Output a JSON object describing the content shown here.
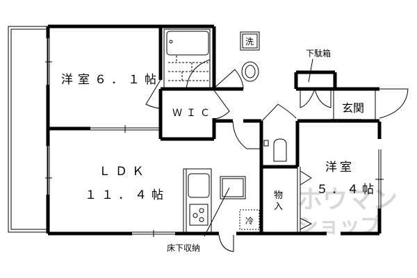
{
  "plan": {
    "rooms": {
      "western_room_1": {
        "name": "洋室",
        "size": "6.1帖",
        "label": "洋室６．１帖"
      },
      "ldk": {
        "name": "ＬＤＫ",
        "size": "１１．４帖"
      },
      "wic": {
        "name": "ＷＩＣ"
      },
      "western_room_2": {
        "name": "洋室",
        "size": "５．４帖"
      },
      "entrance": {
        "name": "玄関"
      },
      "storage": {
        "name": "物入"
      }
    },
    "annotations": {
      "shoe_cabinet": "下駄箱",
      "underfloor_storage": "床下収納",
      "washer": "洗",
      "fridge": "冷"
    },
    "watermark": {
      "line1": "ホウマン",
      "line2": "ショップ"
    },
    "colors": {
      "wall": "#000000",
      "watermark": "#d8d8d8",
      "background": "#ffffff"
    }
  }
}
